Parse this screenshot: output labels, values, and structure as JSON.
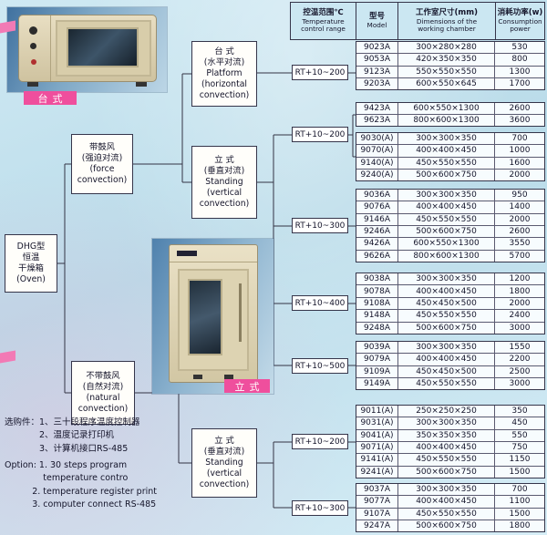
{
  "header": {
    "c1_zh": "控温范围℃",
    "c1_en": "Temperature\ncontrol range",
    "c2_zh": "型号",
    "c2_en": "Model",
    "c3_zh": "工作室尺寸(mm)",
    "c3_en": "Dimensions of the\nworking chamber",
    "c4_zh": "消耗功率(w)",
    "c4_en": "Consumption\npower"
  },
  "flowchart": {
    "oven": "DHG型\n恒温\n干燥箱\n(Oven)",
    "force": "带鼓风\n(强迫对流)\n(force\nconvection)",
    "natural": "不带鼓风\n(自然对流)\n(natural\nconvection)",
    "platform": "台 式\n(水平对流)\nPlatform\n(horizontal\nconvection)",
    "standing_top": "立 式\n(垂直对流)\nStanding\n(vertical\nconvection)",
    "standing_bottom": "立 式\n(垂直对流)\nStanding\n(vertical\nconvection)"
  },
  "rt_boxes": [
    "RT+10~200",
    "RT+10~200",
    "RT+10~300",
    "RT+10~400",
    "RT+10~500",
    "RT+10~200",
    "RT+10~300"
  ],
  "photo_labels": {
    "desktop": "台式",
    "standing": "立式"
  },
  "tables": [
    {
      "rows": [
        [
          "9023A",
          "300×280×280",
          "530"
        ],
        [
          "9053A",
          "420×350×350",
          "800"
        ],
        [
          "9123A",
          "550×550×550",
          "1300"
        ],
        [
          "9203A",
          "600×550×645",
          "1700"
        ]
      ]
    },
    {
      "rows": [
        [
          "9423A",
          "600×550×1300",
          "2600"
        ],
        [
          "9623A",
          "800×600×1300",
          "3600"
        ]
      ]
    },
    {
      "rows": [
        [
          "9030(A)",
          "300×300×350",
          "700"
        ],
        [
          "9070(A)",
          "400×400×450",
          "1000"
        ],
        [
          "9140(A)",
          "450×550×550",
          "1600"
        ],
        [
          "9240(A)",
          "500×600×750",
          "2000"
        ]
      ]
    },
    {
      "rows": [
        [
          "9036A",
          "300×300×350",
          "950"
        ],
        [
          "9076A",
          "400×400×450",
          "1400"
        ],
        [
          "9146A",
          "450×550×550",
          "2000"
        ],
        [
          "9246A",
          "500×600×750",
          "2600"
        ],
        [
          "9426A",
          "600×550×1300",
          "3550"
        ],
        [
          "9626A",
          "800×600×1300",
          "5700"
        ]
      ]
    },
    {
      "rows": [
        [
          "9038A",
          "300×300×350",
          "1200"
        ],
        [
          "9078A",
          "400×400×450",
          "1800"
        ],
        [
          "9108A",
          "450×450×500",
          "2000"
        ],
        [
          "9148A",
          "450×550×550",
          "2400"
        ],
        [
          "9248A",
          "500×600×750",
          "3000"
        ]
      ]
    },
    {
      "rows": [
        [
          "9039A",
          "300×300×350",
          "1550"
        ],
        [
          "9079A",
          "400×400×450",
          "2200"
        ],
        [
          "9109A",
          "450×450×500",
          "2500"
        ],
        [
          "9149A",
          "450×550×550",
          "3000"
        ]
      ]
    },
    {
      "rows": [
        [
          "9011(A)",
          "250×250×250",
          "350"
        ],
        [
          "9031(A)",
          "300×300×350",
          "450"
        ],
        [
          "9041(A)",
          "350×350×350",
          "550"
        ],
        [
          "9071(A)",
          "400×400×450",
          "750"
        ],
        [
          "9141(A)",
          "450×550×550",
          "1150"
        ],
        [
          "9241(A)",
          "500×600×750",
          "1500"
        ]
      ]
    },
    {
      "rows": [
        [
          "9037A",
          "300×300×350",
          "700"
        ],
        [
          "9077A",
          "400×400×450",
          "1100"
        ],
        [
          "9107A",
          "450×550×550",
          "1500"
        ],
        [
          "9247A",
          "500×600×750",
          "1800"
        ]
      ]
    }
  ],
  "options": {
    "zh": "选购件：1、三十段程序温度控制器\n　　　　2、温度记录打印机\n　　　　3、计算机接口RS-485",
    "en": "Option: 1. 30 steps program\n              temperature contro\n          2. temperature register print\n          3. computer connect RS-485"
  },
  "colors": {
    "accent_pink": "#ef4f9d",
    "line": "#333344",
    "background": "#cfe9f3"
  }
}
